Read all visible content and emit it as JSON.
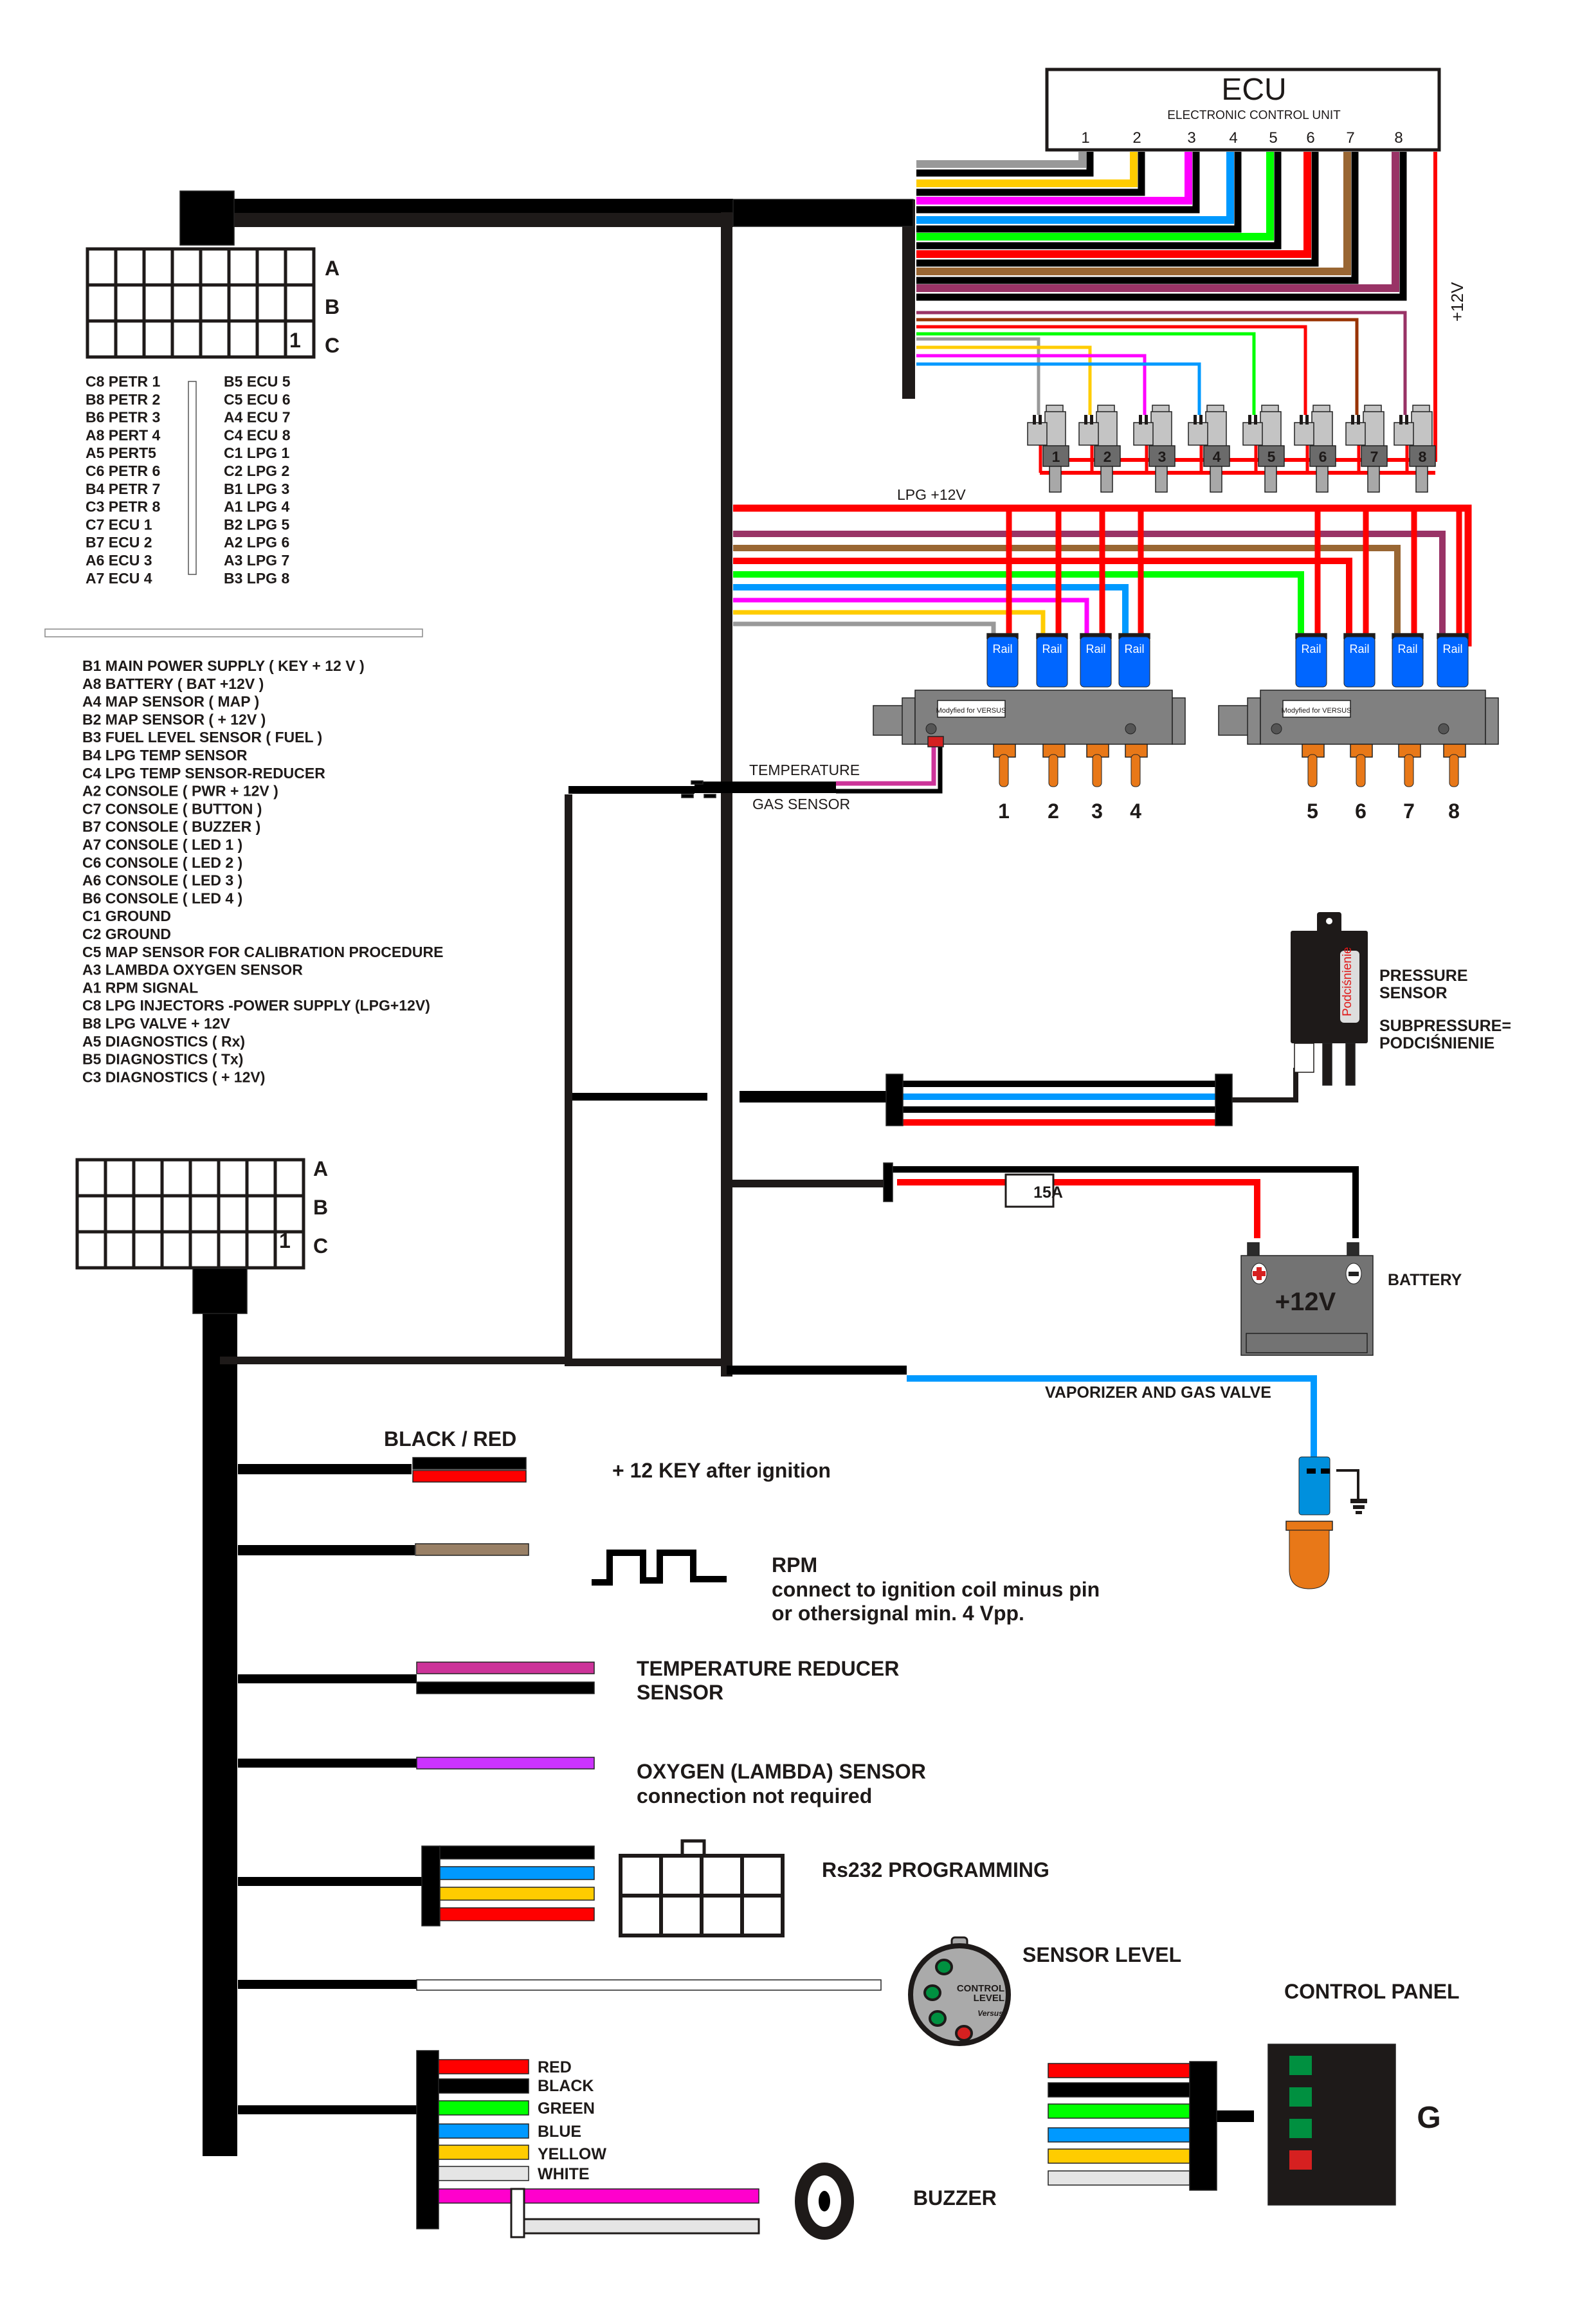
{
  "colors": {
    "black": "#000000",
    "harness": "#1e1a19",
    "red": "#ff0000",
    "green": "#00ff00",
    "blue": "#0099ff",
    "yellow": "#ffcc00",
    "grey": "#999999",
    "magenta": "#ff00ff",
    "purple": "#8b1f74",
    "violet": "#cc33ff",
    "brown": "#996633",
    "dark_brown": "#993300",
    "plum": "#993366",
    "pink": "#cc3399",
    "tan": "#998066",
    "white_wire": "#e5e5e5",
    "rail_blue": "#0066ff",
    "nozzle_orange": "#e87818",
    "led_green": "#009040",
    "led_red": "#d62020",
    "body_grey": "#808080",
    "battery_grey": "#737373"
  },
  "ecu": {
    "title": "ECU",
    "subtitle": "ELECTRONIC CONTROL UNIT",
    "pins": [
      "1",
      "2",
      "3",
      "4",
      "5",
      "6",
      "7",
      "8"
    ],
    "pin_wire_colors": [
      "grey",
      "yellow",
      "magenta",
      "blue",
      "green",
      "red",
      "brown",
      "plum"
    ],
    "supply_label": "+12V"
  },
  "petrol_injectors": {
    "numbers": [
      "1",
      "2",
      "3",
      "4",
      "5",
      "6",
      "7",
      "8"
    ],
    "signal_wire_colors": [
      "grey",
      "yellow",
      "magenta",
      "blue",
      "green",
      "red",
      "dark_brown",
      "plum"
    ]
  },
  "connector_top": {
    "rows": [
      "A",
      "B",
      "C"
    ],
    "columns": 8,
    "pin1_label": "1"
  },
  "connector_bottom": {
    "rows": [
      "A",
      "B",
      "C"
    ],
    "columns": 8,
    "pin1_label": "1"
  },
  "pinout_left": [
    "C8 PETR 1",
    "B8 PETR 2",
    "B6 PETR 3",
    "A8 PERT 4",
    "A5 PERT5",
    "C6 PETR 6",
    "B4 PETR 7",
    "C3 PETR 8",
    "C7 ECU 1",
    "B7 ECU 2",
    "A6 ECU 3",
    "A7 ECU 4"
  ],
  "pinout_right": [
    "B5 ECU 5",
    "C5 ECU 6",
    "A4 ECU 7",
    "C4 ECU 8",
    "C1 LPG 1",
    "C2 LPG 2",
    "B1 LPG 3",
    "A1 LPG 4",
    "B2 LPG 5",
    "A2 LPG 6",
    "A3 LPG 7",
    "B3 LPG 8"
  ],
  "functions": [
    "B1 MAIN POWER SUPPLY ( KEY + 12 V )",
    "A8 BATTERY ( BAT +12V )",
    "A4 MAP SENSOR ( MAP )",
    "B2 MAP SENSOR ( + 12V )",
    "B3 FUEL LEVEL SENSOR ( FUEL )",
    "B4 LPG TEMP SENSOR",
    "C4 LPG TEMP SENSOR-REDUCER",
    "A2 CONSOLE ( PWR + 12V )",
    "C7 CONSOLE ( BUTTON )",
    "B7 CONSOLE ( BUZZER )",
    "A7 CONSOLE ( LED 1 )",
    "C6 CONSOLE ( LED 2 )",
    "A6 CONSOLE ( LED 3 )",
    "B6 CONSOLE ( LED 4 )",
    "C1 GROUND",
    "C2 GROUND",
    "C5 MAP SENSOR FOR CALIBRATION PROCEDURE",
    "A3 LAMBDA OXYGEN SENSOR",
    "A1 RPM SIGNAL",
    "C8 LPG INJECTORS -POWER SUPPLY (LPG+12V)",
    "B8 LPG VALVE + 12V",
    "A5 DIAGNOSTICS ( Rx)",
    "B5 DIAGNOSTICS ( Tx)",
    "C3 DIAGNOSTICS ( + 12V)"
  ],
  "lpg_rail": {
    "supply_label": "LPG +12V",
    "rail_label": "Rail",
    "body_label": "Modyfied for VERSUS",
    "bank1_numbers": [
      "1",
      "2",
      "3",
      "4"
    ],
    "bank2_numbers": [
      "5",
      "6",
      "7",
      "8"
    ],
    "bank1_signal_colors": [
      "grey",
      "yellow",
      "magenta",
      "blue"
    ],
    "bank2_signal_colors": [
      "green",
      "red",
      "brown",
      "plum"
    ]
  },
  "gas_temp_sensor": {
    "line1": "TEMPERATURE",
    "line2": "GAS SENSOR"
  },
  "pressure_sensor": {
    "label1": "PRESSURE",
    "label2": "SENSOR",
    "note1": "SUBPRESSURE=",
    "note2": "PODCIŚNIENIE",
    "body_text": "Podciśnienie",
    "cable_colors": [
      "black",
      "blue",
      "black",
      "red"
    ]
  },
  "battery": {
    "fuse": "15A",
    "voltage": "+12V",
    "label": "BATTERY",
    "plus": "+",
    "minus": "−"
  },
  "vaporizer": {
    "label": "VAPORIZER AND GAS VALVE"
  },
  "key_power": {
    "title": "BLACK / RED",
    "desc": "+ 12 KEY  after ignition"
  },
  "rpm": {
    "title": "RPM",
    "line1": "connect to ignition coil minus pin",
    "line2": "or othersignal min. 4 Vpp."
  },
  "temp_reducer": {
    "line1": "TEMPERATURE REDUCER",
    "line2": "SENSOR"
  },
  "oxygen": {
    "line1": "OXYGEN (LAMBDA) SENSOR",
    "line2": "connection not required"
  },
  "rs232": {
    "label": "Rs232 PROGRAMMING",
    "wire_colors": [
      "black",
      "blue",
      "yellow",
      "red"
    ]
  },
  "sensor_level": {
    "label": "SENSOR LEVEL",
    "face1": "CONTROL",
    "face2": "LEVEL",
    "brand": "Versus"
  },
  "console_wires": {
    "labels": [
      "RED",
      "BLACK",
      "GREEN",
      "BLUE",
      "YELLOW",
      "WHITE"
    ],
    "colors": [
      "red",
      "black",
      "green",
      "blue",
      "yellow",
      "white_wire"
    ]
  },
  "buzzer": {
    "label": "BUZZER"
  },
  "control_panel": {
    "label": "CONTROL PANEL",
    "button": "G",
    "leds": [
      "led_green",
      "led_green",
      "led_green",
      "led_red"
    ]
  }
}
